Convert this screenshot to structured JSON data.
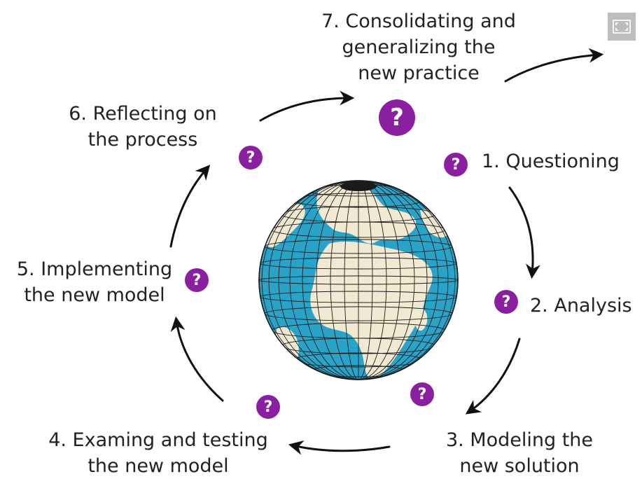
{
  "steps": [
    {
      "id": "1",
      "lines": [
        "1. Questioning"
      ]
    },
    {
      "id": "2",
      "lines": [
        "2. Analysis"
      ]
    },
    {
      "id": "3",
      "lines": [
        "3. Modeling the",
        "new solution"
      ]
    },
    {
      "id": "4",
      "lines": [
        "4. Examing and testing",
        "the new model"
      ]
    },
    {
      "id": "5",
      "lines": [
        "5. Implementing",
        "the new model"
      ]
    },
    {
      "id": "6",
      "lines": [
        "6. Reflecting on",
        "the process"
      ]
    },
    {
      "id": "7",
      "lines": [
        "7. Consolidating and",
        "generalizing the",
        "new practice"
      ]
    }
  ],
  "question_mark": "?",
  "colors": {
    "question_badge": "#8a1fa0",
    "ocean": "#2aa3c9",
    "land": "#f1e9d2",
    "grid": "#1b1b1b",
    "arrow": "#111111",
    "expand_button": "#bdbdbd"
  },
  "icons": {
    "expand": "fullscreen-expand-icon",
    "globe": "globe-icon",
    "badge": "question-mark-icon"
  }
}
